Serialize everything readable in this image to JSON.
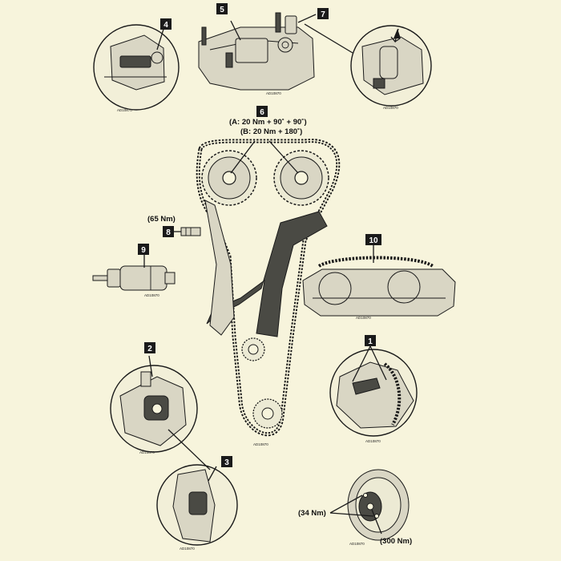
{
  "colors": {
    "background": "#f7f4dc",
    "ink": "#1a1a1a",
    "guide_plate": "#4a4a44",
    "badge_text": "#ffffff"
  },
  "callouts": [
    {
      "label": "1"
    },
    {
      "label": "2"
    },
    {
      "label": "3"
    },
    {
      "label": "4"
    },
    {
      "label": "5"
    },
    {
      "label": "6"
    },
    {
      "label": "7"
    },
    {
      "label": "8"
    },
    {
      "label": "9"
    },
    {
      "label": "10"
    }
  ],
  "torque": {
    "camshaft_line_a": "(A: 20 Nm + 90˚ + 90˚)",
    "camshaft_line_b": "(B: 20 Nm + 180˚)",
    "tensioner": "(65 Nm)",
    "pulley_bolts": "(34 Nm)",
    "pulley_center": "(300 Nm)"
  },
  "figure_codes": {
    "fig_4": "AD10870",
    "fig_5": "AD10870",
    "fig_7": "AD10870",
    "fig_9": "AD10870",
    "fig_10": "AD10870",
    "fig_chain": "AD10870",
    "fig_2": "AD10870",
    "fig_1": "AD10870",
    "fig_3": "AD10870",
    "fig_pulley": "AD10870"
  }
}
